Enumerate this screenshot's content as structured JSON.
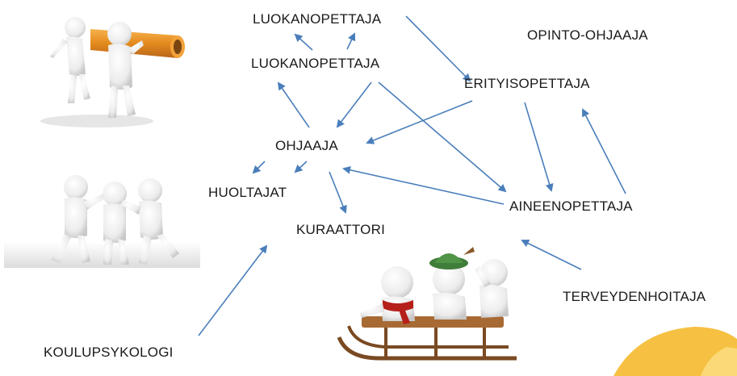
{
  "nodes": {
    "luokanopettaja_top": "LUOKANOPETTAJA",
    "luokanopettaja_second": "LUOKANOPETTAJA",
    "opinto_ohjaaja": "OPINTO-OHJAAJA",
    "erityisopettaja": "ERITYISOPETTAJA",
    "ohjaaja": "OHJAAJA",
    "huoltajat": "HUOLTAJAT",
    "kuraattori": "KURAATTORI",
    "aineenopettaja": "AINEENOPETTAJA",
    "terveydenhoitaja": "TERVEYDENHOITAJA",
    "koulupsykologi": "KOULUPSYKOLOGI"
  },
  "colors": {
    "arrow": "#4a7ebb",
    "figure": "#f2f2f2",
    "pipe": "#e8962a",
    "hat": "#3f7d3a",
    "scarf": "#b5201a",
    "sled": "#7a4a22",
    "corner": "#f6c142"
  },
  "illustrations": [
    "two-figures-carrying-pipe",
    "three-figures-talking",
    "three-figures-on-sled"
  ]
}
